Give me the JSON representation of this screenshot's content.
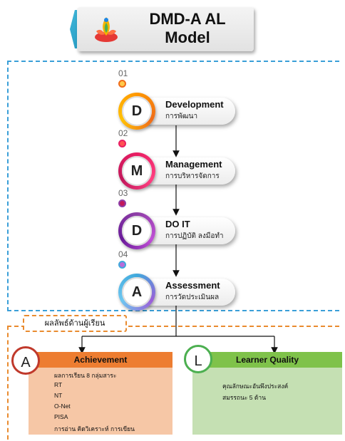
{
  "title": {
    "line1": "DMD-A AL",
    "line2": "Model",
    "logo_icon": "lotus-emblem-icon"
  },
  "steps": [
    {
      "number": "01",
      "letter": "D",
      "title": "Development",
      "subtitle": "การพัฒนา",
      "color": "#ef6c1a"
    },
    {
      "number": "02",
      "letter": "M",
      "title": "Management",
      "subtitle": "การบริหารจัดการ",
      "color": "#e91e63"
    },
    {
      "number": "03",
      "letter": "D",
      "title": "DO IT",
      "subtitle": "การปฏิบัติ  ลงมือทำ",
      "color": "#8e3fa6"
    },
    {
      "number": "04",
      "letter": "A",
      "title": "Assessment",
      "subtitle": "การวัดประเมินผล",
      "color": "#3fa9dc"
    }
  ],
  "result_label": "ผลลัพธ์ด้านผู้เรียน",
  "achievement": {
    "letter": "A",
    "title": "Achievement",
    "items": [
      "ผลการเรียน  8  กลุ่มสาระ",
      "RT",
      "NT",
      "O-Net",
      "PISA",
      "การอ่าน  คิดวิเคราะห์  การเขียน"
    ]
  },
  "learner_quality": {
    "letter": "L",
    "title": "Learner Quality",
    "items": [
      "คุณลักษณะอันพึงประสงค์",
      "สมรรถนะ  5  ด้าน"
    ]
  }
}
